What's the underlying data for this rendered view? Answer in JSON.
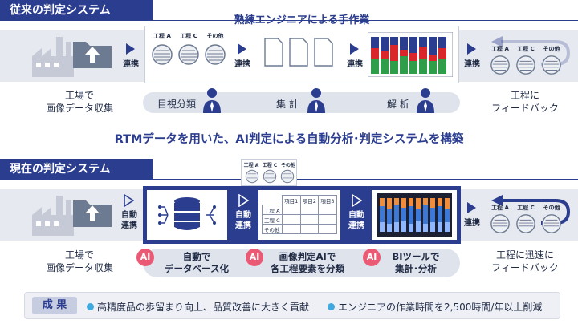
{
  "conventional": {
    "section_title": "従来の判定システム",
    "expert_label": "熟練エンジニアによる手作業",
    "link_label": "連携",
    "collect_caption": [
      "工場で",
      "画像データ収集"
    ],
    "feedback_caption": [
      "工程に",
      "フィードバック"
    ],
    "process_labels": [
      "工程 A",
      "工程 C",
      "その他"
    ],
    "steps": [
      "目視分類",
      "集 計",
      "解 析"
    ]
  },
  "headline": "RTMデータを用いた、AI判定による自動分析･判定システムを構築",
  "current": {
    "section_title": "現在の判定システム",
    "auto_link_label": [
      "自動",
      "連携"
    ],
    "link_label": "連携",
    "collect_caption": [
      "工場で",
      "画像データ収集"
    ],
    "feedback_caption": [
      "工程に迅速に",
      "フィードバック"
    ],
    "process_labels": [
      "工程 A",
      "工程 C",
      "その他"
    ],
    "table": {
      "columns": [
        "項目1",
        "項目2",
        "項目3"
      ],
      "rows": [
        "工程 A",
        "工程 C",
        "その他"
      ]
    },
    "ai_badge": "AI",
    "ai_steps": [
      [
        "自動で",
        "データベース化"
      ],
      [
        "画像判定AIで",
        "各工程要素を分類"
      ],
      [
        "BIツールで",
        "集計･分析"
      ]
    ]
  },
  "results": {
    "tag": "成 果",
    "items": [
      "高精度品の歩留まり向上、品質改善に大きく貢献",
      "エンジニアの作業時間を2,500時間/年以上削減"
    ]
  },
  "colors": {
    "navy": "#2b3d8f",
    "ai_pink": "#ea5a74",
    "accent_blue": "#3fa9e0"
  }
}
